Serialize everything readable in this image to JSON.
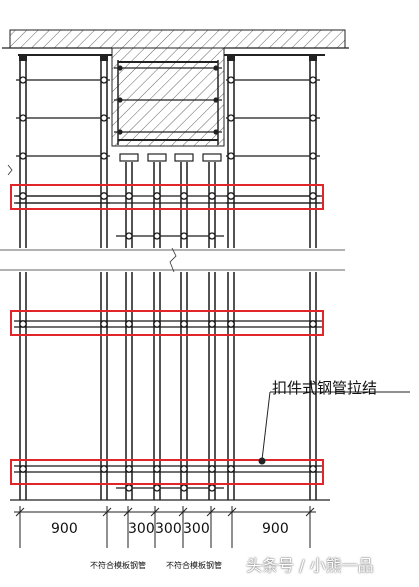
{
  "callout_label": "扣件式钢管拉结",
  "dimensions": [
    "900",
    "300",
    "300",
    "300",
    "900"
  ],
  "notes": [
    "不符合模板钢管",
    "不符合模板钢管"
  ],
  "watermark": "头条号 / 小熊一品",
  "colors": {
    "line": "#1a1a1a",
    "highlight": "#e0252b",
    "hatch": "#555555"
  }
}
